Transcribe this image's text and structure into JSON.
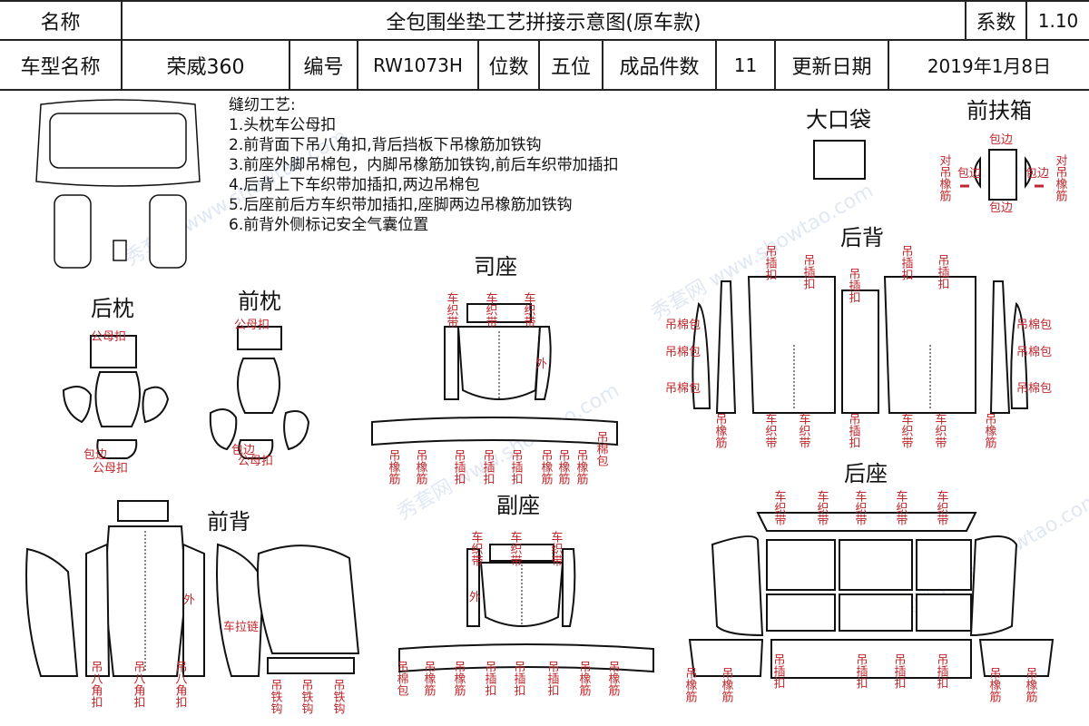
{
  "header": {
    "name_label": "名称",
    "title": "全包围坐垫工艺拼接示意图(原车款)",
    "coef_label": "系数",
    "coef_value": "1.10",
    "model_label": "车型名称",
    "model_value": "荣威360",
    "code_label": "编号",
    "code_value": "RW1073H",
    "seats_label": "位数",
    "seats_value": "五位",
    "pieces_label": "成品件数",
    "pieces_value": "11",
    "date_label": "更新日期",
    "date_value": "2019年1月8日"
  },
  "notes": {
    "title": "缝纫工艺:",
    "items": [
      "1.头枕车公母扣",
      "2.前背面下吊八角扣,背后挡板下吊橡筋加铁钩",
      "3.前座外脚吊棉包，内脚吊橡筋加铁钩,前后车织带加插扣",
      "4.后背上下车织带加插扣,两边吊棉包",
      "5.后座前后方车织带加插扣,座脚两边吊橡筋加铁钩",
      "6.前背外侧标记安全气囊位置"
    ]
  },
  "sections": {
    "rear_headrest": "后枕",
    "front_headrest": "前枕",
    "driver_seat": "司座",
    "passenger_seat": "副座",
    "front_back": "前背",
    "rear_back": "后背",
    "rear_seat": "后座",
    "big_pocket": "大口袋",
    "armrest_box": "前扶箱"
  },
  "labels": {
    "gongmu": "公母扣",
    "baobian": "包边",
    "diao": "吊",
    "chezhidai": "车织带",
    "diaoxiangjin": "吊橡筋",
    "diaochajkou": "吊插扣",
    "diaomianbao": "吊棉包",
    "diaotiegou": "吊铁钩",
    "diaobajiaokou": "吊八角扣",
    "wai": "外",
    "cheladian": "车拉链",
    "dui_diao_xiangjin": "对吊橡筋"
  },
  "watermark": "秀套网 www.showtao.com"
}
